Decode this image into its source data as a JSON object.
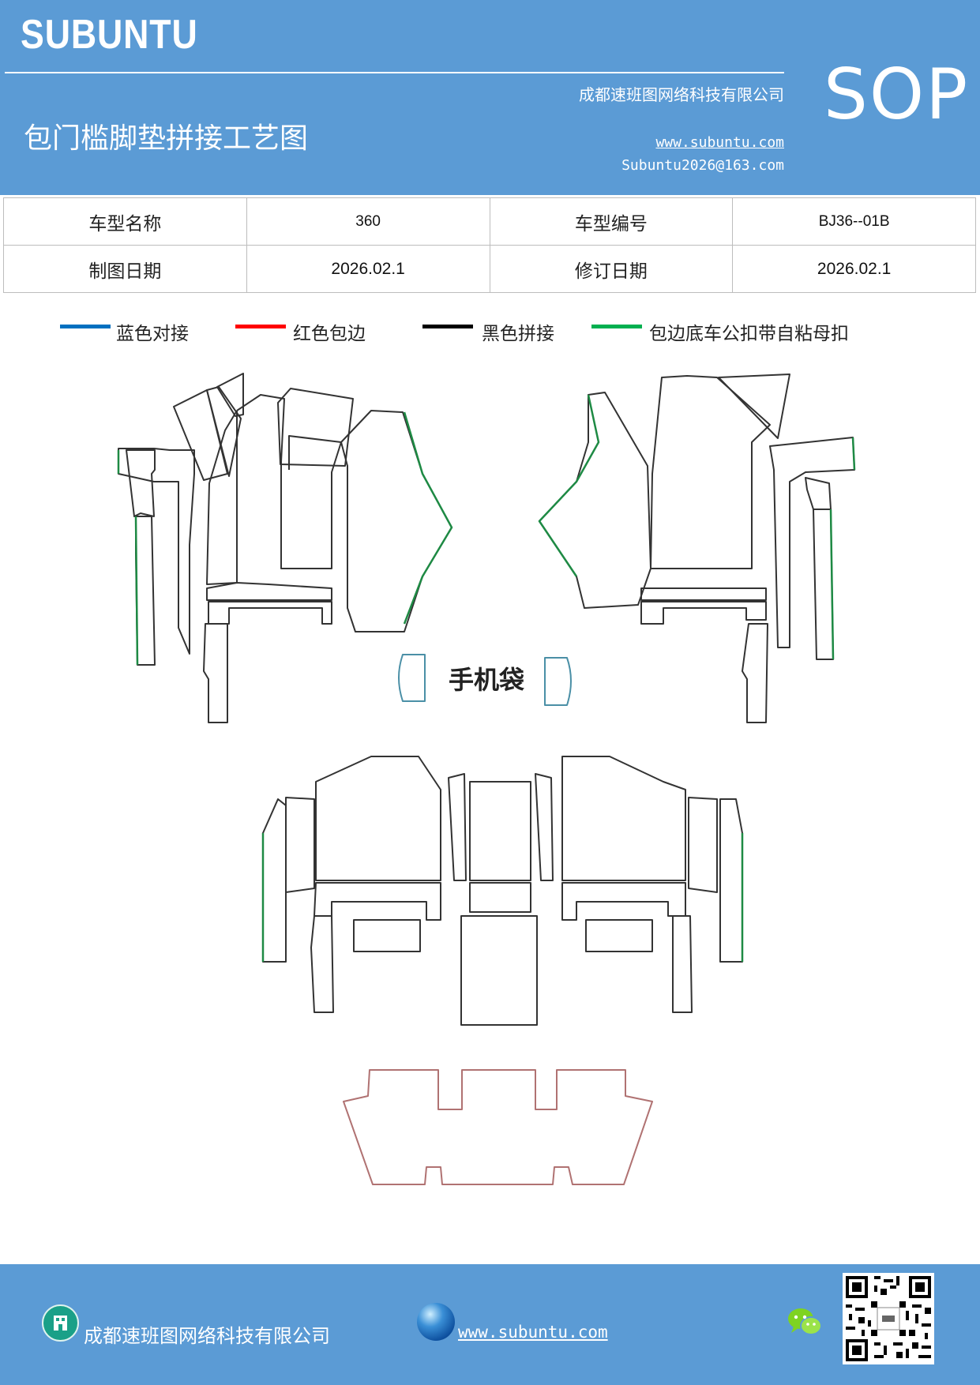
{
  "header": {
    "logo": "SUBUNTU",
    "badge": "SOP",
    "company": "成都速班图网络科技有限公司",
    "title": "包门槛脚垫拼接工艺图",
    "website": "www.subuntu.com",
    "email": "Subuntu2026@163.com"
  },
  "info_table": {
    "model_name_label": "车型名称",
    "model_name_value": "360",
    "model_code_label": "车型编号",
    "model_code_value": "BJ36--01B",
    "draw_date_label": "制图日期",
    "draw_date_value": "2026.02.1",
    "revise_date_label": "修订日期",
    "revise_date_value": "2026.02.1"
  },
  "legend": [
    {
      "label": "蓝色对接",
      "color": "#0070c0"
    },
    {
      "label": "红色包边",
      "color": "#ff0000"
    },
    {
      "label": "黑色拼接",
      "color": "#000000"
    },
    {
      "label": "包边底车公扣带自粘母扣",
      "color": "#00b050"
    }
  ],
  "drawing": {
    "phone_bag_label": "手机袋",
    "outline_color": "#b07272",
    "seam_color": "#333333",
    "clip_color": "#1e8a44",
    "butt_color": "#4a8fa6"
  },
  "footer": {
    "company": "成都速班图网络科技有限公司",
    "website": "www.subuntu.com",
    "home_icon": "building-icon",
    "globe_icon": "globe-icon",
    "wechat_icon": "wechat-icon",
    "qr_icon": "qr-code"
  }
}
